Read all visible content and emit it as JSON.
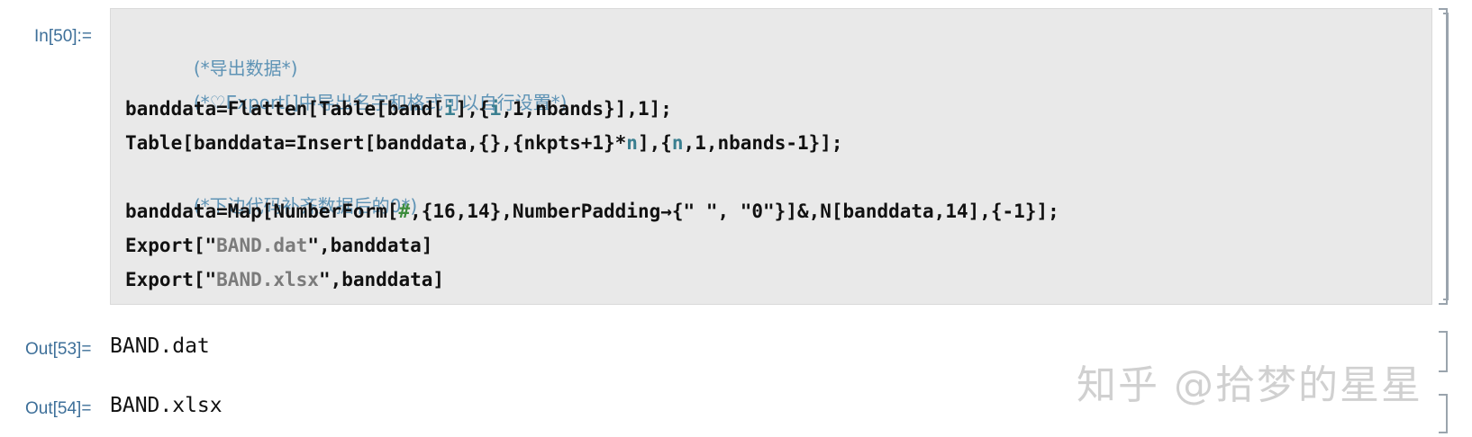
{
  "input_cell": {
    "label": "In[50]:=",
    "lines": [
      {
        "parts": [
          "(*导出数据*)"
        ]
      },
      {
        "parts": [
          "(*♡Export[]中导出名字和格式可以自行设置*)"
        ]
      },
      {
        "parts": [
          "banddata=Flatten[Table[band[",
          "i",
          "],{",
          "i",
          ",1,nbands}],1];"
        ]
      },
      {
        "parts": [
          "Table[banddata=Insert[banddata,{},{nkpts+1}*",
          "n",
          "],{",
          "n",
          ",1,nbands-1}];"
        ]
      },
      {
        "parts": [
          "(*下边代码补齐数据后的0*)"
        ]
      },
      {
        "parts": [
          "banddata=Map[NumberForm[",
          "#",
          ",{16,14},NumberPadding→{\" \", \"0\"}]&,N[banddata,14],{-1}];"
        ]
      },
      {
        "parts": [
          "Export[\"",
          "BAND.dat",
          "\",banddata]"
        ]
      },
      {
        "parts": [
          "Export[\"",
          "BAND.xlsx",
          "\",banddata]"
        ]
      }
    ]
  },
  "output_cells": [
    {
      "label": "Out[53]=",
      "value": "BAND.dat"
    },
    {
      "label": "Out[54]=",
      "value": "BAND.xlsx"
    }
  ],
  "watermark": "知乎 @拾梦的星星",
  "colors": {
    "label": "#3d6f99",
    "comment": "#5e93b5",
    "code_bg": "#e9e9e9",
    "variable": "#3a7f90",
    "string": "#7b7b7b",
    "slot": "#3c8c3c"
  }
}
